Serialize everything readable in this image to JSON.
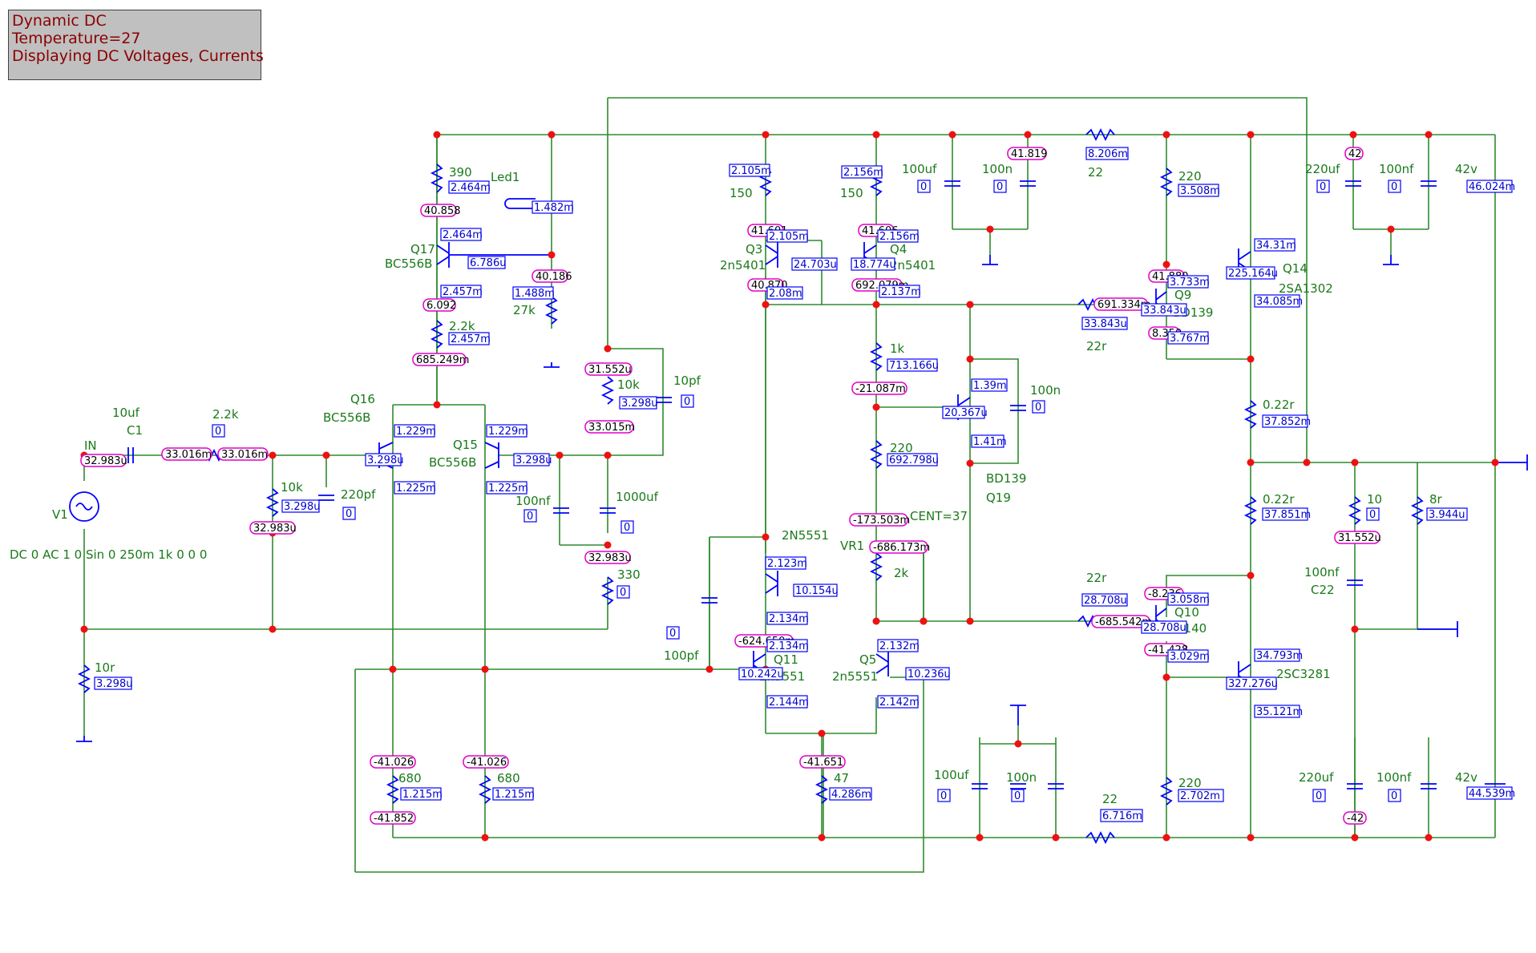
{
  "status_box": {
    "line1": "Dynamic DC",
    "line2": "Temperature=27",
    "line3": "Displaying DC Voltages, Currents"
  },
  "labels": [
    {
      "id": "l1",
      "text": "390"
    },
    {
      "id": "l2",
      "text": "Led1"
    },
    {
      "id": "l3",
      "text": "Q17"
    },
    {
      "id": "l4",
      "text": "BC556B"
    },
    {
      "id": "l5",
      "text": "2.2k"
    },
    {
      "id": "l6",
      "text": "27k"
    },
    {
      "id": "l7",
      "text": "Q16"
    },
    {
      "id": "l8",
      "text": "BC556B"
    },
    {
      "id": "l9",
      "text": "Q15"
    },
    {
      "id": "l10",
      "text": "BC556B"
    },
    {
      "id": "l11",
      "text": "10uf"
    },
    {
      "id": "l12",
      "text": "C1"
    },
    {
      "id": "l13",
      "text": "2.2k"
    },
    {
      "id": "l14",
      "text": "IN"
    },
    {
      "id": "l15",
      "text": "V1"
    },
    {
      "id": "l16",
      "text": "DC 0 AC 1 0 Sin 0 250m 1k 0 0 0"
    },
    {
      "id": "l17",
      "text": "10k"
    },
    {
      "id": "l18",
      "text": "220pf"
    },
    {
      "id": "l19",
      "text": "10r"
    },
    {
      "id": "l20",
      "text": "10k"
    },
    {
      "id": "l21",
      "text": "10pf"
    },
    {
      "id": "l22",
      "text": "100nf"
    },
    {
      "id": "l23",
      "text": "1000uf"
    },
    {
      "id": "l24",
      "text": "330"
    },
    {
      "id": "l25",
      "text": "150"
    },
    {
      "id": "l26",
      "text": "Q3"
    },
    {
      "id": "l27",
      "text": "2n5401"
    },
    {
      "id": "l28",
      "text": "150"
    },
    {
      "id": "l29",
      "text": "Q4"
    },
    {
      "id": "l30",
      "text": "2n5401"
    },
    {
      "id": "l31",
      "text": "100uf"
    },
    {
      "id": "l32",
      "text": "100n"
    },
    {
      "id": "l33",
      "text": "22"
    },
    {
      "id": "l34",
      "text": "220"
    },
    {
      "id": "l35",
      "text": "220uf"
    },
    {
      "id": "l36",
      "text": "100nf"
    },
    {
      "id": "l37",
      "text": "42v"
    },
    {
      "id": "l38",
      "text": "Q14"
    },
    {
      "id": "l39",
      "text": "2SA1302"
    },
    {
      "id": "l40",
      "text": "Q9"
    },
    {
      "id": "l41",
      "text": "BD139"
    },
    {
      "id": "l42",
      "text": "22r"
    },
    {
      "id": "l43",
      "text": "1k"
    },
    {
      "id": "l44",
      "text": "100n"
    },
    {
      "id": "l45",
      "text": "BD139"
    },
    {
      "id": "l46",
      "text": "Q19"
    },
    {
      "id": "l47",
      "text": "220"
    },
    {
      "id": "l48",
      "text": "CENT=37"
    },
    {
      "id": "l49",
      "text": "VR1"
    },
    {
      "id": "l50",
      "text": "2k"
    },
    {
      "id": "l51",
      "text": "0.22r"
    },
    {
      "id": "l52",
      "text": "0.22r"
    },
    {
      "id": "l53",
      "text": "10"
    },
    {
      "id": "l54",
      "text": "8r"
    },
    {
      "id": "l55",
      "text": "100nf"
    },
    {
      "id": "l56",
      "text": "C22"
    },
    {
      "id": "l57",
      "text": "2N5551"
    },
    {
      "id": "l58",
      "text": "Q10"
    },
    {
      "id": "l59",
      "text": "D140"
    },
    {
      "id": "l60",
      "text": "22r"
    },
    {
      "id": "l61",
      "text": "Q11"
    },
    {
      "id": "l62",
      "text": "2n5551"
    },
    {
      "id": "l63",
      "text": "Q5"
    },
    {
      "id": "l64",
      "text": "2n5551"
    },
    {
      "id": "l65",
      "text": "2SC3281"
    },
    {
      "id": "l66",
      "text": "100pf"
    },
    {
      "id": "l67",
      "text": "680"
    },
    {
      "id": "l68",
      "text": "680"
    },
    {
      "id": "l69",
      "text": "47"
    },
    {
      "id": "l70",
      "text": "100uf"
    },
    {
      "id": "l71",
      "text": "100n"
    },
    {
      "id": "l72",
      "text": "22"
    },
    {
      "id": "l73",
      "text": "220"
    },
    {
      "id": "l74",
      "text": "220uf"
    },
    {
      "id": "l75",
      "text": "100nf"
    },
    {
      "id": "l76",
      "text": "42v"
    }
  ],
  "voltages": [
    {
      "id": "v1",
      "text": "40.858"
    },
    {
      "id": "v2",
      "text": "40.186"
    },
    {
      "id": "v3",
      "text": "6.092"
    },
    {
      "id": "v4",
      "text": "685.249m"
    },
    {
      "id": "v5",
      "text": "32.983u"
    },
    {
      "id": "v6",
      "text": "33.016m"
    },
    {
      "id": "v7",
      "text": "33.016m"
    },
    {
      "id": "v8",
      "text": "32.983u"
    },
    {
      "id": "v9",
      "text": "31.552u"
    },
    {
      "id": "v10",
      "text": "33.015m"
    },
    {
      "id": "v11",
      "text": "32.983u"
    },
    {
      "id": "v12",
      "text": "41.601"
    },
    {
      "id": "v13",
      "text": "40.870"
    },
    {
      "id": "v14",
      "text": "41.606"
    },
    {
      "id": "v15",
      "text": "692.079m"
    },
    {
      "id": "v16",
      "text": "41.819"
    },
    {
      "id": "v17",
      "text": "42"
    },
    {
      "id": "v18",
      "text": "41.880"
    },
    {
      "id": "v19",
      "text": "691.334m"
    },
    {
      "id": "v20",
      "text": "8.350"
    },
    {
      "id": "v21",
      "text": "-21.087m"
    },
    {
      "id": "v22",
      "text": "-173.503m"
    },
    {
      "id": "v23",
      "text": "-686.173m"
    },
    {
      "id": "v24",
      "text": "31.552u"
    },
    {
      "id": "v25",
      "text": "-8.236"
    },
    {
      "id": "v26",
      "text": "-685.542m"
    },
    {
      "id": "v27",
      "text": "-41.428"
    },
    {
      "id": "v28",
      "text": "-624.650m"
    },
    {
      "id": "v29",
      "text": "-41.026"
    },
    {
      "id": "v30",
      "text": "-41.026"
    },
    {
      "id": "v31",
      "text": "-41.852"
    },
    {
      "id": "v32",
      "text": "-41.651"
    },
    {
      "id": "v33",
      "text": "-42"
    }
  ],
  "currents": [
    {
      "id": "c1",
      "text": "2.464m"
    },
    {
      "id": "c2",
      "text": "1.482m"
    },
    {
      "id": "c3",
      "text": "2.464m"
    },
    {
      "id": "c4",
      "text": "6.786u"
    },
    {
      "id": "c5",
      "text": "2.457m"
    },
    {
      "id": "c6",
      "text": "2.457m"
    },
    {
      "id": "c7",
      "text": "1.488m"
    },
    {
      "id": "c8",
      "text": "1.229m"
    },
    {
      "id": "c9",
      "text": "3.298u"
    },
    {
      "id": "c10",
      "text": "1.225m"
    },
    {
      "id": "c11",
      "text": "1.229m"
    },
    {
      "id": "c12",
      "text": "3.298u"
    },
    {
      "id": "c13",
      "text": "1.225m"
    },
    {
      "id": "c14",
      "text": "0"
    },
    {
      "id": "c15",
      "text": "3.298u"
    },
    {
      "id": "c16",
      "text": "0"
    },
    {
      "id": "c17",
      "text": "3.298u"
    },
    {
      "id": "c18",
      "text": "3.298u"
    },
    {
      "id": "c19",
      "text": "0"
    },
    {
      "id": "c20",
      "text": "0"
    },
    {
      "id": "c21",
      "text": "0"
    },
    {
      "id": "c22",
      "text": "0"
    },
    {
      "id": "c23",
      "text": "2.105m"
    },
    {
      "id": "c24",
      "text": "2.105m"
    },
    {
      "id": "c25",
      "text": "24.703u"
    },
    {
      "id": "c26",
      "text": "2.08m"
    },
    {
      "id": "c27",
      "text": "2.156m"
    },
    {
      "id": "c28",
      "text": "2.156m"
    },
    {
      "id": "c29",
      "text": "18.774u"
    },
    {
      "id": "c30",
      "text": "2.137m"
    },
    {
      "id": "c31",
      "text": "0"
    },
    {
      "id": "c32",
      "text": "0"
    },
    {
      "id": "c33",
      "text": "8.206m"
    },
    {
      "id": "c34",
      "text": "3.508m"
    },
    {
      "id": "c35",
      "text": "0"
    },
    {
      "id": "c36",
      "text": "0"
    },
    {
      "id": "c37",
      "text": "46.024m"
    },
    {
      "id": "c38",
      "text": "34.31m"
    },
    {
      "id": "c39",
      "text": "225.164u"
    },
    {
      "id": "c40",
      "text": "34.085m"
    },
    {
      "id": "c41",
      "text": "3.733m"
    },
    {
      "id": "c42",
      "text": "33.843u"
    },
    {
      "id": "c43",
      "text": "3.767m"
    },
    {
      "id": "c44",
      "text": "33.843u"
    },
    {
      "id": "c45",
      "text": "713.166u"
    },
    {
      "id": "c46",
      "text": "1.39m"
    },
    {
      "id": "c47",
      "text": "20.367u"
    },
    {
      "id": "c48",
      "text": "1.41m"
    },
    {
      "id": "c49",
      "text": "0"
    },
    {
      "id": "c50",
      "text": "692.798u"
    },
    {
      "id": "c51",
      "text": "37.852m"
    },
    {
      "id": "c52",
      "text": "37.851m"
    },
    {
      "id": "c53",
      "text": "0"
    },
    {
      "id": "c54",
      "text": "3.944u"
    },
    {
      "id": "c55",
      "text": "2.123m"
    },
    {
      "id": "c56",
      "text": "10.154u"
    },
    {
      "id": "c57",
      "text": "2.134m"
    },
    {
      "id": "c58",
      "text": "28.708u"
    },
    {
      "id": "c59",
      "text": "3.058m"
    },
    {
      "id": "c60",
      "text": "28.708u"
    },
    {
      "id": "c61",
      "text": "3.029m"
    },
    {
      "id": "c62",
      "text": "2.134m"
    },
    {
      "id": "c63",
      "text": "10.242u"
    },
    {
      "id": "c64",
      "text": "2.144m"
    },
    {
      "id": "c65",
      "text": "2.132m"
    },
    {
      "id": "c66",
      "text": "10.236u"
    },
    {
      "id": "c67",
      "text": "2.142m"
    },
    {
      "id": "c68",
      "text": "34.793m"
    },
    {
      "id": "c69",
      "text": "327.276u"
    },
    {
      "id": "c70",
      "text": "35.121m"
    },
    {
      "id": "c71",
      "text": "0"
    },
    {
      "id": "c72",
      "text": "1.215m"
    },
    {
      "id": "c73",
      "text": "1.215m"
    },
    {
      "id": "c74",
      "text": "4.286m"
    },
    {
      "id": "c75",
      "text": "0"
    },
    {
      "id": "c76",
      "text": "0"
    },
    {
      "id": "c77",
      "text": "6.716m"
    },
    {
      "id": "c78",
      "text": "2.702m"
    },
    {
      "id": "c79",
      "text": "0"
    },
    {
      "id": "c80",
      "text": "0"
    },
    {
      "id": "c81",
      "text": "44.539m"
    }
  ]
}
